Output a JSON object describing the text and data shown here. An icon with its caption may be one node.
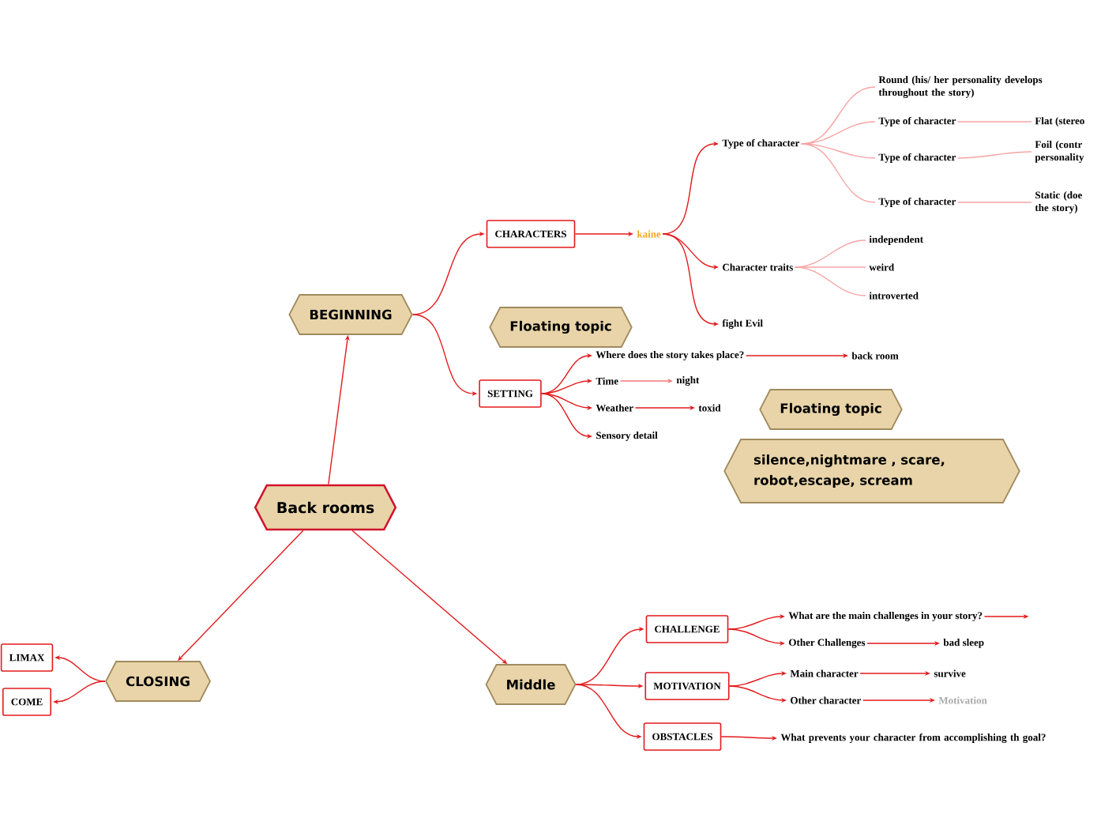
{
  "diagram": {
    "nodes": [
      {
        "text": [
          "Back rooms"
        ]
      },
      {
        "text": [
          "BEGINNING"
        ]
      },
      {
        "text": [
          "CLOSING"
        ]
      },
      {
        "text": [
          "Middle"
        ]
      },
      {
        "text": [
          "CHARACTERS"
        ]
      },
      {
        "text": [
          "kaine"
        ]
      },
      {
        "text": [
          "Type of character"
        ]
      },
      {
        "text": [
          "Round (his/ her personality develops throughout the story)"
        ]
      },
      {
        "text": [
          "Type of character"
        ]
      },
      {
        "text": [
          "Flat (stereo"
        ]
      },
      {
        "text": [
          "Type of character"
        ]
      },
      {
        "text": [
          "Foil (contr personality"
        ]
      },
      {
        "text": [
          "Type of character"
        ]
      },
      {
        "text": [
          "Static (doe the story)"
        ]
      },
      {
        "text": [
          "Character traits"
        ]
      },
      {
        "text": [
          "independent"
        ]
      },
      {
        "text": [
          "weird"
        ]
      },
      {
        "text": [
          "introverted"
        ]
      },
      {
        "text": [
          "fight Evil"
        ]
      },
      {
        "text": [
          "SETTING"
        ]
      },
      {
        "text": [
          "Where does the story takes place?"
        ]
      },
      {
        "text": [
          "back room"
        ]
      },
      {
        "text": [
          "Time"
        ]
      },
      {
        "text": [
          "night"
        ]
      },
      {
        "text": [
          "Weather"
        ]
      },
      {
        "text": [
          "toxid"
        ]
      },
      {
        "text": [
          "Sensory detail"
        ]
      },
      {
        "text": [
          "Floating topic"
        ]
      },
      {
        "text": [
          "Floating topic"
        ]
      },
      {
        "text": [
          "silence,nightmare , scare, robot,escape, scream"
        ]
      },
      {
        "text": [
          "LIMAX"
        ]
      },
      {
        "text": [
          "COME"
        ]
      },
      {
        "text": [
          "CHALLENGE"
        ]
      },
      {
        "text": [
          "MOTIVATION"
        ]
      },
      {
        "text": [
          "OBSTACLES"
        ]
      },
      {
        "text": [
          "What are the main challenges in your story?"
        ]
      },
      {
        "text": [
          "Other Challenges"
        ]
      },
      {
        "text": [
          "bad sleep"
        ]
      },
      {
        "text": [
          "Main character"
        ]
      },
      {
        "text": [
          "survive"
        ]
      },
      {
        "text": [
          "Other character"
        ]
      },
      {
        "text": [
          "Motivation"
        ]
      },
      {
        "text": [
          "What prevents your character from accomplishing th goal?"
        ]
      }
    ],
    "edges": [
      {
        "from": 0,
        "to": 1,
        "arrow": "to"
      },
      {
        "from": 0,
        "to": 2,
        "arrow": "to"
      },
      {
        "from": 0,
        "to": 3,
        "arrow": "to"
      },
      {
        "from": 1,
        "to": 4,
        "arrow": "to"
      },
      {
        "from": 1,
        "to": 19,
        "arrow": "to"
      },
      {
        "from": 4,
        "to": 5,
        "arrow": "to"
      },
      {
        "from": 5,
        "to": 6,
        "arrow": "to"
      },
      {
        "from": 5,
        "to": 14,
        "arrow": "to"
      },
      {
        "from": 5,
        "to": 18,
        "arrow": "to"
      },
      {
        "from": 6,
        "to": 7,
        "arrow": "none",
        "color": "#f7a3a3"
      },
      {
        "from": 6,
        "to": 8,
        "arrow": "none",
        "color": "#f7a3a3"
      },
      {
        "from": 6,
        "to": 10,
        "arrow": "none",
        "color": "#f7a3a3"
      },
      {
        "from": 6,
        "to": 12,
        "arrow": "none",
        "color": "#f7a3a3"
      },
      {
        "from": 8,
        "to": 9,
        "arrow": "none",
        "color": "#f7a3a3"
      },
      {
        "from": 10,
        "to": 11,
        "arrow": "none",
        "color": "#f7a3a3"
      },
      {
        "from": 12,
        "to": 13,
        "arrow": "none",
        "color": "#f7a3a3"
      },
      {
        "from": 14,
        "to": 15,
        "arrow": "none",
        "color": "#f7a3a3"
      },
      {
        "from": 14,
        "to": 16,
        "arrow": "none",
        "color": "#f7a3a3"
      },
      {
        "from": 14,
        "to": 17,
        "arrow": "none",
        "color": "#f7a3a3"
      },
      {
        "from": 19,
        "to": 20,
        "arrow": "to"
      },
      {
        "from": 19,
        "to": 22,
        "arrow": "to"
      },
      {
        "from": 19,
        "to": 24,
        "arrow": "to"
      },
      {
        "from": 19,
        "to": 26,
        "arrow": "to"
      },
      {
        "from": 20,
        "to": 21,
        "arrow": "to"
      },
      {
        "from": 22,
        "to": 23,
        "arrow": "to",
        "color": "#f47a7a"
      },
      {
        "from": 24,
        "to": 25,
        "arrow": "to"
      },
      {
        "from": 2,
        "to": 30,
        "arrow": "to"
      },
      {
        "from": 2,
        "to": 31,
        "arrow": "to"
      },
      {
        "from": 3,
        "to": 32,
        "arrow": "to"
      },
      {
        "from": 3,
        "to": 33,
        "arrow": "to"
      },
      {
        "from": 3,
        "to": 34,
        "arrow": "to"
      },
      {
        "from": 32,
        "to": 35,
        "arrow": "to"
      },
      {
        "from": 32,
        "to": 36,
        "arrow": "to"
      },
      {
        "from": 35,
        "to": null,
        "arrow": "to"
      },
      {
        "from": 36,
        "to": 37,
        "arrow": "to"
      },
      {
        "from": 33,
        "to": 38,
        "arrow": "to"
      },
      {
        "from": 33,
        "to": 40,
        "arrow": "to"
      },
      {
        "from": 38,
        "to": 39,
        "arrow": "to"
      },
      {
        "from": 40,
        "to": 41,
        "arrow": "to"
      },
      {
        "from": 34,
        "to": 42,
        "arrow": "to"
      }
    ]
  }
}
